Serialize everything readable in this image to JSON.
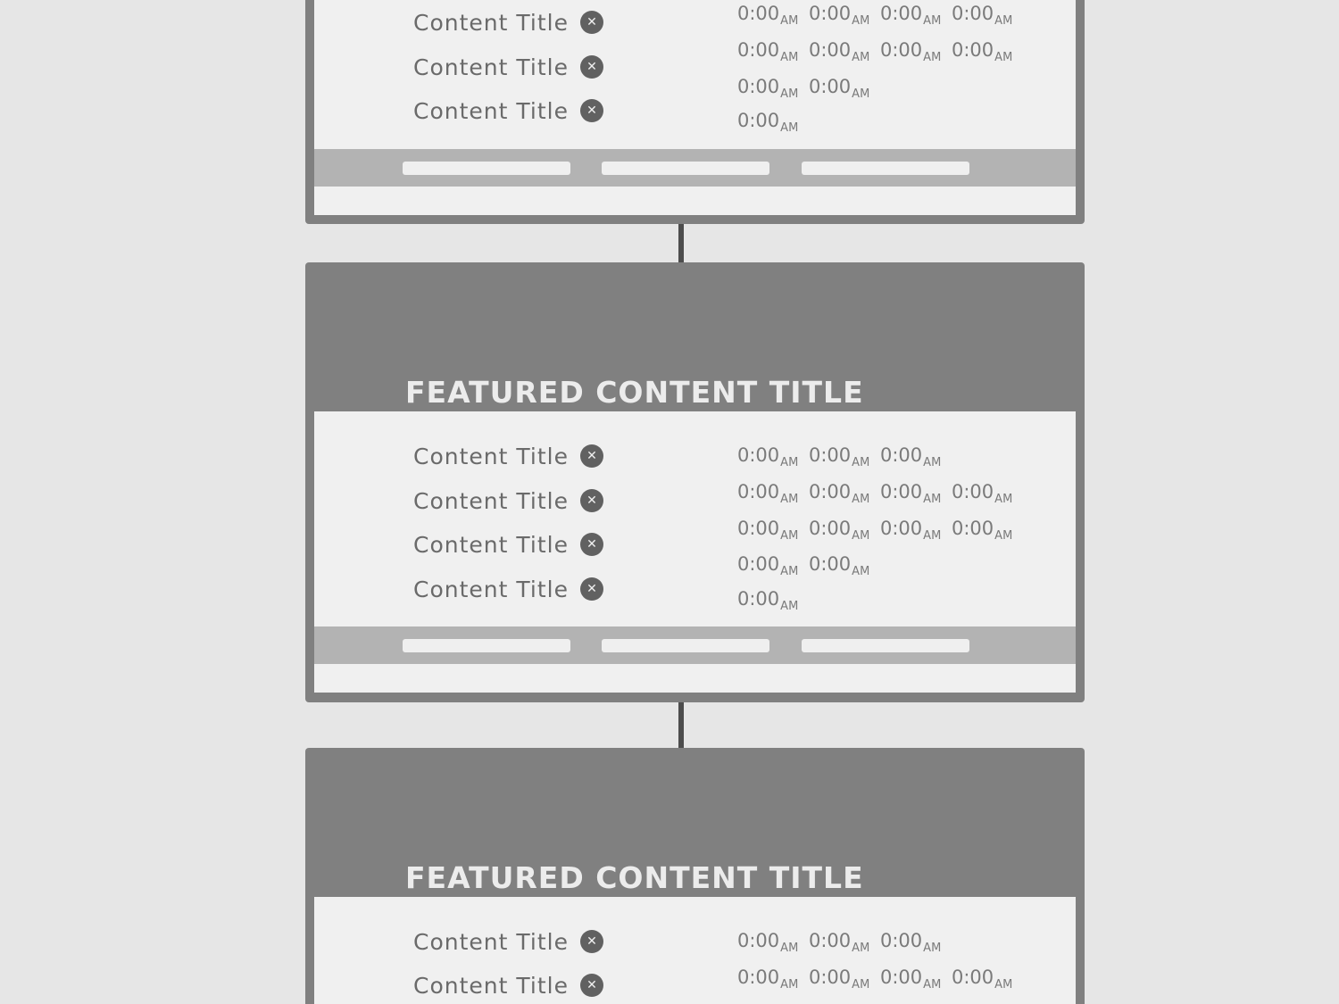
{
  "cards": [
    {
      "title": "",
      "rows": [
        "Content Title",
        "Content Title",
        "Content Title"
      ],
      "times": [
        [
          "0:00",
          "0:00",
          "0:00",
          "0:00"
        ],
        [
          "0:00",
          "0:00",
          "0:00",
          "0:00"
        ],
        [
          "0:00",
          "0:00"
        ],
        [
          "0:00"
        ]
      ]
    },
    {
      "title": "FEATURED CONTENT TITLE",
      "rows": [
        "Content Title",
        "Content Title",
        "Content Title",
        "Content Title"
      ],
      "times": [
        [
          "0:00",
          "0:00",
          "0:00"
        ],
        [
          "0:00",
          "0:00",
          "0:00",
          "0:00"
        ],
        [
          "0:00",
          "0:00",
          "0:00",
          "0:00"
        ],
        [
          "0:00",
          "0:00"
        ],
        [
          "0:00"
        ]
      ]
    },
    {
      "title": "FEATURED CONTENT TITLE",
      "rows": [
        "Content Title",
        "Content Title"
      ],
      "times": [
        [
          "0:00",
          "0:00",
          "0:00"
        ],
        [
          "0:00",
          "0:00",
          "0:00",
          "0:00"
        ]
      ]
    }
  ],
  "meridiem": "AM",
  "icons": {
    "remove": "close-icon",
    "flow": "arrow-down-icon"
  },
  "colors": {
    "background": "#e6e6e6",
    "card_frame": "#808080",
    "card_body": "#f0f0f0",
    "footer_bar": "#b3b3b3",
    "arrow": "#4d4d4d",
    "icon": "#616161"
  }
}
